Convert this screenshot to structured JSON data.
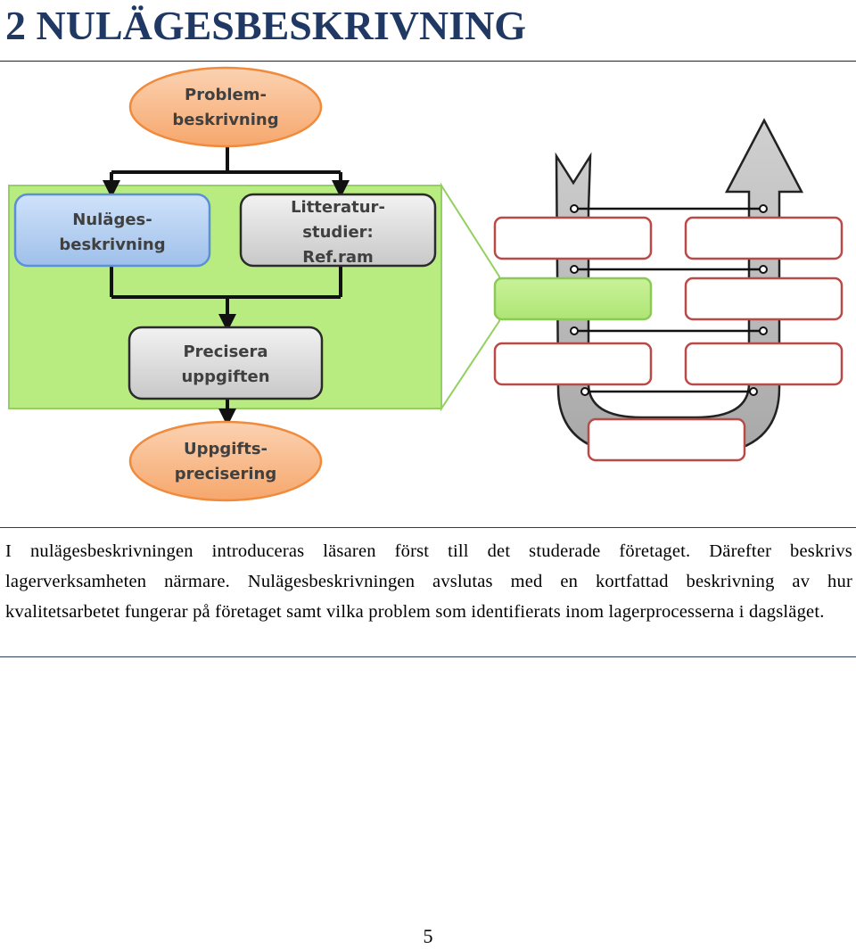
{
  "section": {
    "heading": "2 NULÄGESBESKRIVNING"
  },
  "diagram": {
    "nodes": {
      "problem": [
        "Problem-",
        "beskrivning"
      ],
      "nulages": [
        "Nuläges-",
        "beskrivning"
      ],
      "litteratur": [
        "Litteratur-",
        "studier:",
        "Ref.ram"
      ],
      "precisera": [
        "Precisera",
        "uppgiften"
      ],
      "uppgifts": [
        "Uppgifts-",
        "precisering"
      ]
    },
    "colors": {
      "orange_fill": "#f7b88a",
      "orange_stroke": "#f08a3c",
      "blue_fill": "#a9c8ee",
      "blue_stroke": "#5b8fd6",
      "gray_fill": "#d9d9d9",
      "gray_stroke": "#2b2b2b",
      "green_fill": "#b9ec82",
      "green_stroke": "#8cc85a",
      "red_stroke": "#b94a48",
      "arrow_fill": "#b8b8b8"
    }
  },
  "body": {
    "paragraph": "I nulägesbeskrivningen introduceras läsaren först till det studerade företaget. Därefter beskrivs lagerverksamheten närmare. Nulägesbeskrivningen avslutas med en kortfattad beskrivning av hur kvalitetsarbetet fungerar på företaget samt vilka problem som identifierats inom lagerprocesserna i dagsläget."
  },
  "footer": {
    "page_number": "5"
  }
}
